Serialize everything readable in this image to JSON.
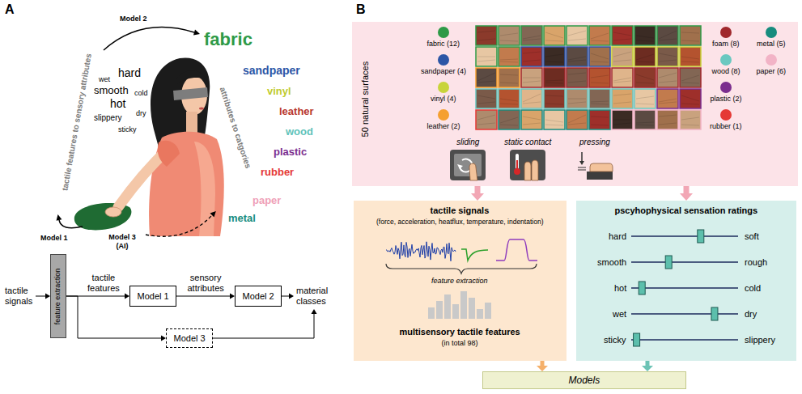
{
  "diagram": {
    "nodes": [
      {
        "text": [
          "feature extraction"
        ]
      },
      {
        "text": [
          "Model 1"
        ]
      },
      {
        "text": [
          "Model 2"
        ]
      },
      {
        "text": [
          "Model 3"
        ]
      },
      {
        "text": [
          "50 natural surfaces"
        ]
      },
      {
        "text": [
          "sliding"
        ],
        "in": 4
      },
      {
        "text": [
          "static contact"
        ],
        "in": 4
      },
      {
        "text": [
          "pressing"
        ],
        "in": 4
      },
      {
        "text": [
          "tactile signals",
          "(force, acceleration, heatflux, temperature, indentation)",
          "feature extraction",
          "multisensory tactile features",
          "(in total 98)"
        ]
      },
      {
        "text": [
          "pscyhophysical sensation ratings",
          "hard",
          "soft",
          "smooth",
          "rough",
          "hot",
          "cold",
          "wet",
          "dry",
          "sticky",
          "slippery"
        ]
      },
      {
        "text": [
          "Models"
        ]
      }
    ],
    "edges": [
      {
        "from": 0,
        "to": 1,
        "arrow": "to",
        "label": "tactile features"
      },
      {
        "from": 1,
        "to": 2,
        "arrow": "to",
        "label": "sensory attributes"
      },
      {
        "from": 0,
        "to": 3,
        "arrow": "to"
      },
      {
        "from": 4,
        "to": 8,
        "arrow": "to"
      },
      {
        "from": 4,
        "to": 9,
        "arrow": "to"
      },
      {
        "from": 8,
        "to": 10,
        "arrow": "to"
      },
      {
        "from": 9,
        "to": 10,
        "arrow": "to"
      }
    ],
    "labels": [
      "A",
      "Model 2",
      "fabric",
      "sandpaper",
      "vinyl",
      "leather",
      "wood",
      "plastic",
      "rubber",
      "paper",
      "metal",
      "wet",
      "hard",
      "smooth",
      "cold",
      "hot",
      "dry",
      "slippery",
      "sticky",
      "tactile features to sensory attributes",
      "attributes to catgories",
      "Model 1",
      "Model 3 (AI)",
      "tactile signals",
      "material classes",
      "B"
    ],
    "legend": [
      {
        "text": "fabric (12)",
        "color": "#2e9a47"
      },
      {
        "text": "sandpaper (4)",
        "color": "#2c56a6"
      },
      {
        "text": "vinyl (4)",
        "color": "#c8d43a"
      },
      {
        "text": "leather (2)",
        "color": "#f5a030"
      },
      {
        "text": "foam (8)",
        "color": "#a0282c"
      },
      {
        "text": "wood (8)",
        "color": "#6ac8c0"
      },
      {
        "text": "plastic (2)",
        "color": "#7b2d8e"
      },
      {
        "text": "rubber (1)",
        "color": "#e53935"
      },
      {
        "text": "metal (5)",
        "color": "#178c7e"
      },
      {
        "text": "paper (6)",
        "color": "#f2b3c6"
      }
    ]
  }
}
